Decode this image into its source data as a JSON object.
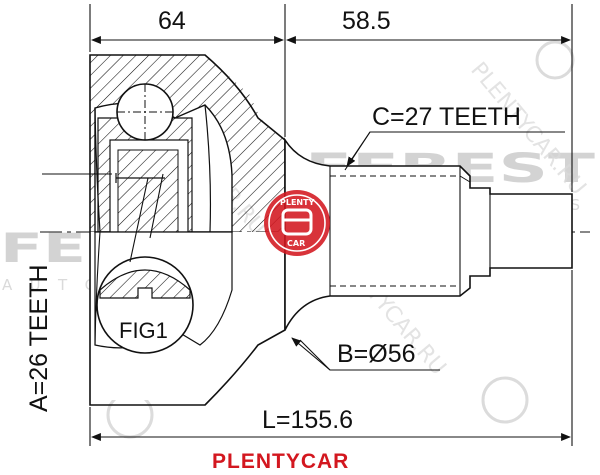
{
  "dimensions": {
    "top_left": "64",
    "top_right": "58.5",
    "spline_c": "C=27 TEETH",
    "spline_a": "A=26 TEETH",
    "diameter_b": "B=Ø56",
    "length_l": "L=155.6"
  },
  "figure_label": "FIG1",
  "brand": "PLENTYCAR",
  "watermarks": {
    "logo_word": "FEBEST",
    "logo_sub": "AUTO PARTS",
    "diagonal": "PLENTYCAR.RU"
  },
  "stamp": {
    "top": "PLENTY",
    "bottom": "CAR"
  },
  "colors": {
    "brand_red": "#d3171f",
    "line": "#111111",
    "watermark": "#cfcfcf"
  },
  "icons": [
    "plentycar-stamp-icon"
  ]
}
